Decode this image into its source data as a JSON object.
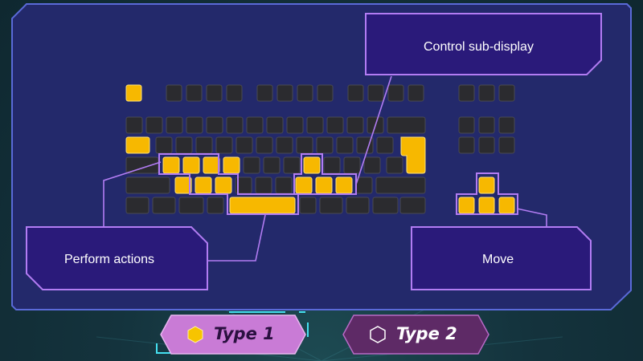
{
  "callouts": {
    "top": "Control sub-display",
    "left": "Perform actions",
    "right": "Move"
  },
  "tabs": [
    {
      "label": "Type 1",
      "selected": true,
      "icon": "hexagon-filled-icon"
    },
    {
      "label": "Type 2",
      "selected": false,
      "icon": "hexagon-outline-icon"
    }
  ],
  "colors": {
    "panel_bg": "#23296b",
    "panel_border": "#5a6ad8",
    "callout_bg": "#2a1a7a",
    "callout_border": "#b27cf3",
    "key_dark": "#2b2b2f",
    "key_highlight": "#f7b800",
    "tab_selected": "#c97bd6",
    "tab_unselected": "#5e2a66",
    "tab_cyan_accent": "#45e0f0"
  }
}
